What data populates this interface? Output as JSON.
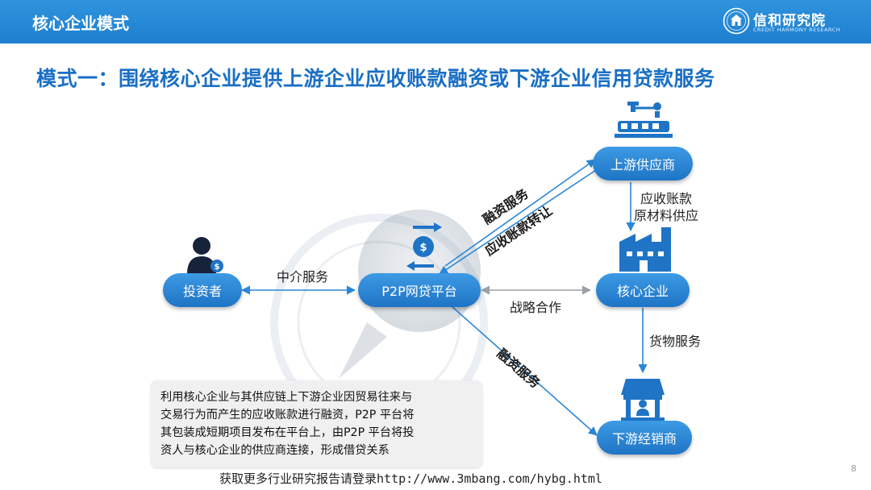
{
  "header": {
    "title": "核心企业模式"
  },
  "logo": {
    "name": "信和研究院",
    "subtitle": "CREDIT HARMONY RESEARCH"
  },
  "subtitle": "模式一：围绕核心企业提供上游企业应收账款融资或下游企业信用贷款服务",
  "nodes": {
    "investor": "投资者",
    "platform": "P2P网贷平台",
    "upstream": "上游供应商",
    "core": "核心企业",
    "downstream": "下游经销商"
  },
  "edges": {
    "intermediary": "中介服务",
    "financing_up": "融资服务",
    "receivable_transfer": "应收账款转让",
    "strategic": "战略合作",
    "receivable_line1": "应收账款",
    "receivable_line2": "原材料供应",
    "goods": "货物服务",
    "financing_down": "融资服务"
  },
  "description": {
    "lines": [
      "利用核心企业与其供应链上下游企业因贸易往来与",
      "交易行为而产生的应收账款进行融资，P2P 平台将",
      "其包装成短期项目发布在平台上，由P2P 平台将投",
      "资人与核心企业的供应商连接，形成借贷关系"
    ]
  },
  "footer": "获取更多行业研究报告请登录http://www.3mbang.com/hybg.html",
  "page_number": "8",
  "colors": {
    "header": "#1e7fcf",
    "accent": "#1a6fc4",
    "node": "#2a86d6"
  }
}
